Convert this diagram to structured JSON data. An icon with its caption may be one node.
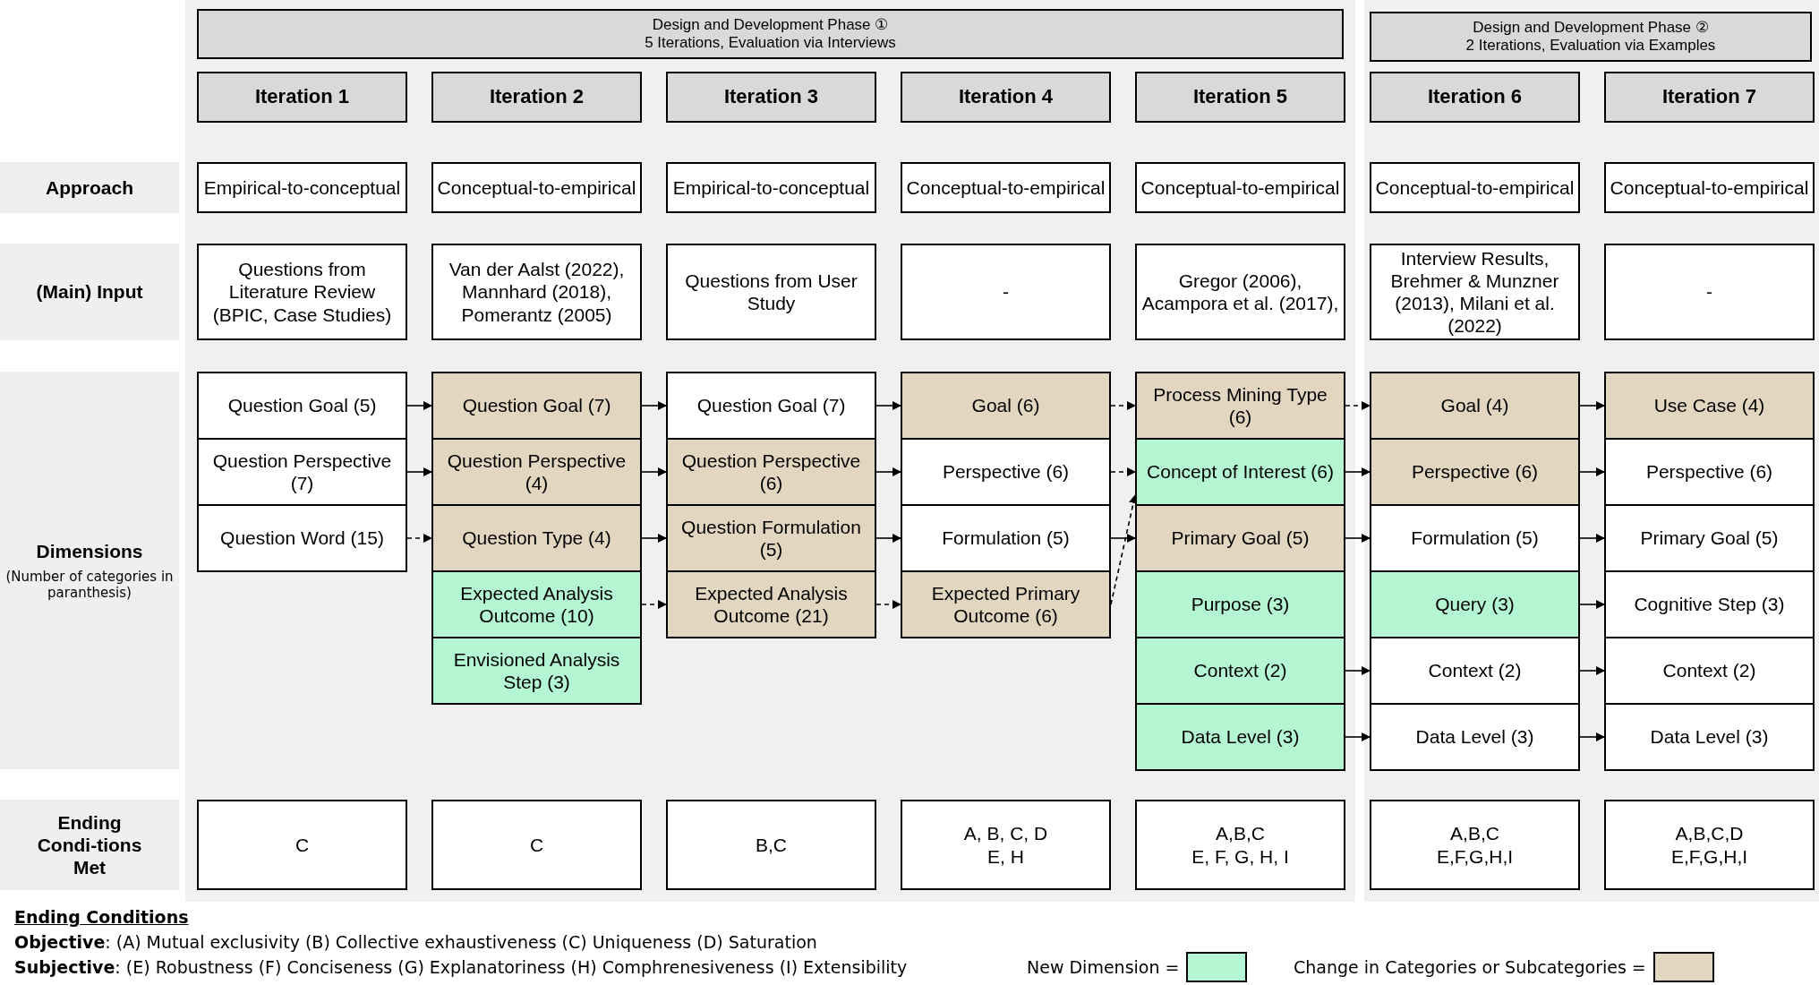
{
  "diagram": {
    "nodes": [
      {
        "text": [
          "Design and Development Phase ①",
          "5 Iterations, Evaluation via Interviews"
        ]
      },
      {
        "text": [
          "Design and Development Phase ②",
          "2 Iterations, Evaluation via Examples"
        ]
      },
      {
        "text": [
          "Iteration 1"
        ]
      },
      {
        "text": [
          "Iteration 2"
        ]
      },
      {
        "text": [
          "Iteration 3"
        ]
      },
      {
        "text": [
          "Iteration 4"
        ]
      },
      {
        "text": [
          "Iteration 5"
        ]
      },
      {
        "text": [
          "Iteration 6"
        ]
      },
      {
        "text": [
          "Iteration 7"
        ]
      },
      {
        "text": [
          "Approach"
        ]
      },
      {
        "text": [
          "Empirical-to-conceptual"
        ]
      },
      {
        "text": [
          "Conceptual-to-empirical"
        ]
      },
      {
        "text": [
          "Empirical-to-conceptual"
        ]
      },
      {
        "text": [
          "Conceptual-to-empirical"
        ]
      },
      {
        "text": [
          "Conceptual-to-empirical"
        ]
      },
      {
        "text": [
          "Conceptual-to-empirical"
        ]
      },
      {
        "text": [
          "Conceptual-to-empirical"
        ]
      },
      {
        "text": [
          "(Main) Input"
        ]
      },
      {
        "text": [
          "Questions from Literature Review (BPIC, Case Studies)"
        ]
      },
      {
        "text": [
          "Van der Aalst (2022), Mannhard (2018), Pomerantz (2005)"
        ]
      },
      {
        "text": [
          "Questions from User Study"
        ]
      },
      {
        "text": [
          "-"
        ]
      },
      {
        "text": [
          "Gregor (2006), Acampora et al. (2017),"
        ]
      },
      {
        "text": [
          "Interview Results, Brehmer & Munzner (2013), Milani et al. (2022)"
        ]
      },
      {
        "text": [
          "-"
        ]
      },
      {
        "text": [
          "Dimensions",
          "(Number of categories in paranthesis)"
        ]
      },
      {
        "text": [
          "Question Goal (5)"
        ]
      },
      {
        "text": [
          "Question Perspective (7)"
        ]
      },
      {
        "text": [
          "Question Word (15)"
        ]
      },
      {
        "text": [
          "Question Goal (7)"
        ]
      },
      {
        "text": [
          "Question Perspective (4)"
        ]
      },
      {
        "text": [
          "Question Type (4)"
        ]
      },
      {
        "text": [
          "Expected Analysis Outcome (10)"
        ]
      },
      {
        "text": [
          "Envisioned Analysis Step (3)"
        ]
      },
      {
        "text": [
          "Question Goal (7)"
        ]
      },
      {
        "text": [
          "Question Perspective (6)"
        ]
      },
      {
        "text": [
          "Question Formulation (5)"
        ]
      },
      {
        "text": [
          "Expected Analysis Outcome (21)"
        ]
      },
      {
        "text": [
          "Goal (6)"
        ]
      },
      {
        "text": [
          "Perspective (6)"
        ]
      },
      {
        "text": [
          "Formulation (5)"
        ]
      },
      {
        "text": [
          "Expected Primary Outcome (6)"
        ]
      },
      {
        "text": [
          "Process Mining Type (6)"
        ]
      },
      {
        "text": [
          "Concept of Interest (6)"
        ]
      },
      {
        "text": [
          "Primary Goal (5)"
        ]
      },
      {
        "text": [
          "Purpose (3)"
        ]
      },
      {
        "text": [
          "Context (2)"
        ]
      },
      {
        "text": [
          "Data Level (3)"
        ]
      },
      {
        "text": [
          "Goal (4)"
        ]
      },
      {
        "text": [
          "Perspective (6)"
        ]
      },
      {
        "text": [
          "Formulation (5)"
        ]
      },
      {
        "text": [
          "Query (3)"
        ]
      },
      {
        "text": [
          "Context (2)"
        ]
      },
      {
        "text": [
          "Data Level (3)"
        ]
      },
      {
        "text": [
          "Use Case (4)"
        ]
      },
      {
        "text": [
          "Perspective (6)"
        ]
      },
      {
        "text": [
          "Primary Goal (5)"
        ]
      },
      {
        "text": [
          "Cognitive Step (3)"
        ]
      },
      {
        "text": [
          "Context (2)"
        ]
      },
      {
        "text": [
          "Data Level (3)"
        ]
      },
      {
        "text": [
          "Ending Condi-tions Met"
        ]
      },
      {
        "text": [
          "C"
        ]
      },
      {
        "text": [
          "C"
        ]
      },
      {
        "text": [
          "B,C"
        ]
      },
      {
        "text": [
          "A, B, C, D",
          "E, H"
        ]
      },
      {
        "text": [
          "A,B,C",
          "E, F, G, H, I"
        ]
      },
      {
        "text": [
          "A,B,C",
          "E,F,G,H,I"
        ]
      },
      {
        "text": [
          "A,B,C,D",
          "E,F,G,H,I"
        ]
      }
    ],
    "edges": [
      {
        "from": 26,
        "to": 29,
        "arrow": "to"
      },
      {
        "from": 27,
        "to": 30,
        "arrow": "to"
      },
      {
        "from": 28,
        "to": 31,
        "arrow": "to",
        "style": "dashed"
      },
      {
        "from": 29,
        "to": 34,
        "arrow": "to"
      },
      {
        "from": 30,
        "to": 35,
        "arrow": "to"
      },
      {
        "from": 31,
        "to": 36,
        "arrow": "to"
      },
      {
        "from": 32,
        "to": 37,
        "arrow": "to",
        "style": "dashed"
      },
      {
        "from": 34,
        "to": 38,
        "arrow": "to"
      },
      {
        "from": 35,
        "to": 39,
        "arrow": "to"
      },
      {
        "from": 36,
        "to": 40,
        "arrow": "to"
      },
      {
        "from": 37,
        "to": 41,
        "arrow": "to",
        "style": "dashed"
      },
      {
        "from": 38,
        "to": 42,
        "arrow": "to",
        "style": "dashed"
      },
      {
        "from": 39,
        "to": 43,
        "arrow": "to",
        "style": "dashed"
      },
      {
        "from": 40,
        "to": 44,
        "arrow": "to"
      },
      {
        "from": 41,
        "to": 43,
        "arrow": "to",
        "style": "dashed"
      },
      {
        "from": 42,
        "to": 48,
        "arrow": "to",
        "style": "dashed"
      },
      {
        "from": 43,
        "to": 49,
        "arrow": "to"
      },
      {
        "from": 44,
        "to": 50,
        "arrow": "to"
      },
      {
        "from": 46,
        "to": 52,
        "arrow": "to"
      },
      {
        "from": 47,
        "to": 53,
        "arrow": "to"
      },
      {
        "from": 48,
        "to": 54,
        "arrow": "to"
      },
      {
        "from": 49,
        "to": 55,
        "arrow": "to"
      },
      {
        "from": 50,
        "to": 56,
        "arrow": "to"
      },
      {
        "from": 51,
        "to": 57,
        "arrow": "to"
      },
      {
        "from": 52,
        "to": 58,
        "arrow": "to"
      },
      {
        "from": 53,
        "to": 59,
        "arrow": "to"
      }
    ],
    "labels": [
      "Ending Conditions",
      "**Objective**: (A) Mutual exclusivity (B) Collective exhaustiveness (C) Uniqueness (D) Saturation",
      "**Subjective**: (E) Robustness (F) Conciseness (G) Explanatoriness (H) Comphrenesiveness (I) Extensibility"
    ],
    "legend": [
      {
        "text": "New Dimension =",
        "color": "#b4f5d2"
      },
      {
        "text": "Change in Categories or Subcategories =",
        "color": "#e2d6c1"
      }
    ]
  }
}
